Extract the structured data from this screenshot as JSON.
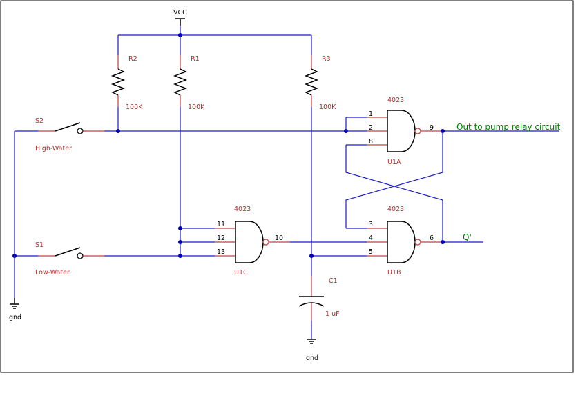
{
  "supply": {
    "vcc": "VCC",
    "gnd_left": "gnd",
    "gnd_cap": "gnd"
  },
  "resistors": [
    {
      "ref": "R2",
      "value": "100K"
    },
    {
      "ref": "R1",
      "value": "100K"
    },
    {
      "ref": "R3",
      "value": "100K"
    }
  ],
  "switches": [
    {
      "ref": "S2",
      "name": "High-Water"
    },
    {
      "ref": "S1",
      "name": "Low-Water"
    }
  ],
  "capacitor": {
    "ref": "C1",
    "value": "1 uF"
  },
  "gates": [
    {
      "part": "4023",
      "ref": "U1A",
      "pins_in": [
        "1",
        "2",
        "8"
      ],
      "pin_out": "9"
    },
    {
      "part": "4023",
      "ref": "U1B",
      "pins_in": [
        "3",
        "4",
        "5"
      ],
      "pin_out": "6"
    },
    {
      "part": "4023",
      "ref": "U1C",
      "pins_in": [
        "11",
        "12",
        "13"
      ],
      "pin_out": "10"
    }
  ],
  "outputs": {
    "main": "Out to pump relay circuit",
    "q_bar": "Q'"
  },
  "colors": {
    "wire": "#1a1acc",
    "label": "#b03030",
    "output_label": "#008000"
  }
}
